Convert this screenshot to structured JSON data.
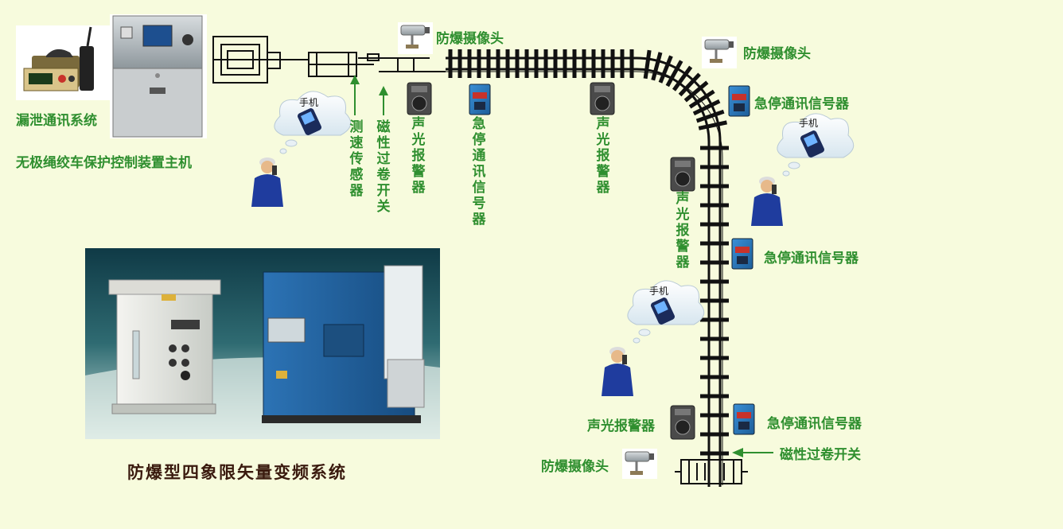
{
  "labels": {
    "leak_comm": "漏泄通讯系统",
    "host": "无极绳绞车保护控制装置主机",
    "speed_sensor": "测速传感器",
    "mag_switch_top": "磁性过卷开关",
    "alarm_1": "声光报警器",
    "estop_1": "急停通讯信号器",
    "alarm_2": "声光报警器",
    "camera_1": "防爆摄像头",
    "camera_2": "防爆摄像头",
    "estop_2": "急停通讯信号器",
    "alarm_3": "声光报警器",
    "estop_3": "急停通讯信号器",
    "alarm_4": "声光报警器",
    "estop_4": "急停通讯信号器",
    "camera_3": "防爆摄像头",
    "mag_switch_bottom": "磁性过卷开关",
    "phone": "手机",
    "inverter": "防爆型四象限矢量变频系统"
  },
  "colors": {
    "background": "#f7fbdd",
    "label_green": "#2f8f2f",
    "title_brown": "#3a1a0e",
    "rail": "#111111"
  },
  "icons": {
    "camera": "camera-icon",
    "alarm": "alarm-icon",
    "estop": "emergency-stop-icon",
    "phone": "phone-icon",
    "worker": "worker-icon",
    "arrow": "arrow-icon"
  }
}
